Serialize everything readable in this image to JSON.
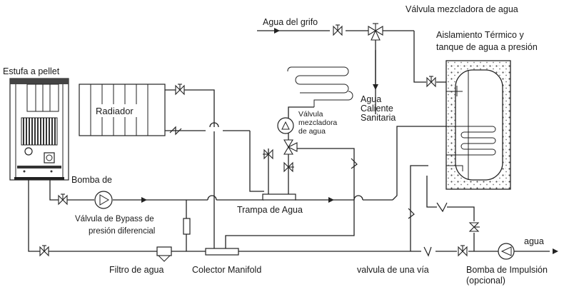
{
  "labels": {
    "stove": "Estufa a pellet",
    "radiator": "Radiador",
    "tap_water": "Agua del grifo",
    "mixing_valve_top": "Válvula mezcladora de agua",
    "tank_line1": "Aislamiento Térmico y",
    "tank_line2": "tanque de agua  a presión",
    "dhw_line1": "Agua",
    "dhw_line2": "Caliente",
    "dhw_line3": "Sanitaria",
    "mix_mid_line1": "Válvula",
    "mix_mid_line2": "mezcladora",
    "mix_mid_line3": "de agua",
    "pump": "Bomba de",
    "water_trap": "Trampa de Agua",
    "bypass_line1": "Válvula de Bypass de",
    "bypass_line2": "presión diferencial",
    "filter": "Filtro de agua",
    "manifold": "Colector Manifold",
    "check_valve": "valvula de una vía",
    "water": "agua",
    "booster_line1": "Bomba de Impulsión",
    "booster_line2": "(opcional)"
  },
  "colors": {
    "line": "#222222",
    "text": "#1a1a1a",
    "background": "#ffffff"
  }
}
